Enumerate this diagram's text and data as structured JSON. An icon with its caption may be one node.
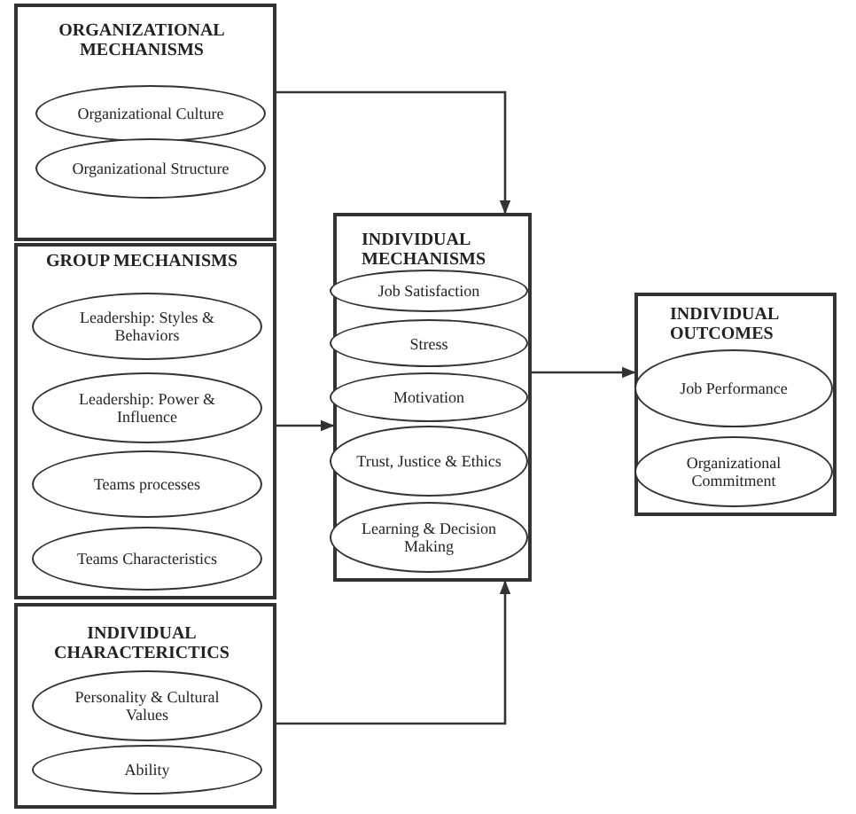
{
  "diagram": {
    "nodes": [
      {
        "text": [
          "ORGANIZATIONAL MECHANISMS"
        ]
      },
      {
        "text": [
          "Organizational Culture"
        ],
        "in": 0
      },
      {
        "text": [
          "Organizational Structure"
        ],
        "in": 0
      },
      {
        "text": [
          "GROUP MECHANISMS"
        ]
      },
      {
        "text": [
          "Leadership: Styles & Behaviors"
        ],
        "in": 3
      },
      {
        "text": [
          "Leadership: Power & Influence"
        ],
        "in": 3
      },
      {
        "text": [
          "Teams processes"
        ],
        "in": 3
      },
      {
        "text": [
          "Teams Characteristics"
        ],
        "in": 3
      },
      {
        "text": [
          "INDIVIDUAL CHARACTERICTICS"
        ]
      },
      {
        "text": [
          "Personality & Cultural Values"
        ],
        "in": 8
      },
      {
        "text": [
          "Ability"
        ],
        "in": 8
      },
      {
        "text": [
          "INDIVIDUAL MECHANISMS"
        ]
      },
      {
        "text": [
          "Job Satisfaction"
        ],
        "in": 11
      },
      {
        "text": [
          "Stress"
        ],
        "in": 11
      },
      {
        "text": [
          "Motivation"
        ],
        "in": 11
      },
      {
        "text": [
          "Trust, Justice & Ethics"
        ],
        "in": 11
      },
      {
        "text": [
          "Learning & Decision Making"
        ],
        "in": 11
      },
      {
        "text": [
          "INDIVIDUAL OUTCOMES"
        ]
      },
      {
        "text": [
          "Job Performance"
        ],
        "in": 17
      },
      {
        "text": [
          "Organizational Commitment"
        ],
        "in": 17
      }
    ],
    "edges": [
      {
        "from": 0,
        "to": 11,
        "arrow": "to"
      },
      {
        "from": 3,
        "to": 11,
        "arrow": "to"
      },
      {
        "from": 8,
        "to": 11,
        "arrow": "to"
      },
      {
        "from": 11,
        "to": 17,
        "arrow": "to"
      }
    ]
  }
}
